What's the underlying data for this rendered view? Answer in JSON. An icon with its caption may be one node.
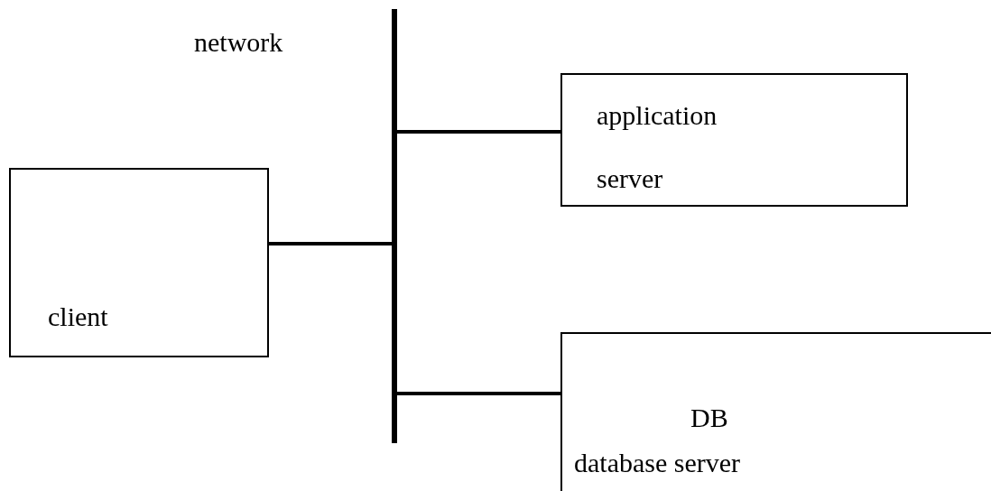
{
  "diagram": {
    "nodes": [
      {
        "text": [],
        "shape": "bar",
        "beside": [
          "network"
        ]
      },
      {
        "text": [
          "application server"
        ]
      },
      {
        "text": [
          "client"
        ]
      },
      {
        "text": [
          "DB",
          "database server"
        ]
      }
    ],
    "edges": [
      {
        "from": 2,
        "to": 0,
        "arrow": "none"
      },
      {
        "from": 0,
        "to": 1,
        "arrow": "none"
      },
      {
        "from": 0,
        "to": 3,
        "arrow": "none"
      }
    ]
  }
}
